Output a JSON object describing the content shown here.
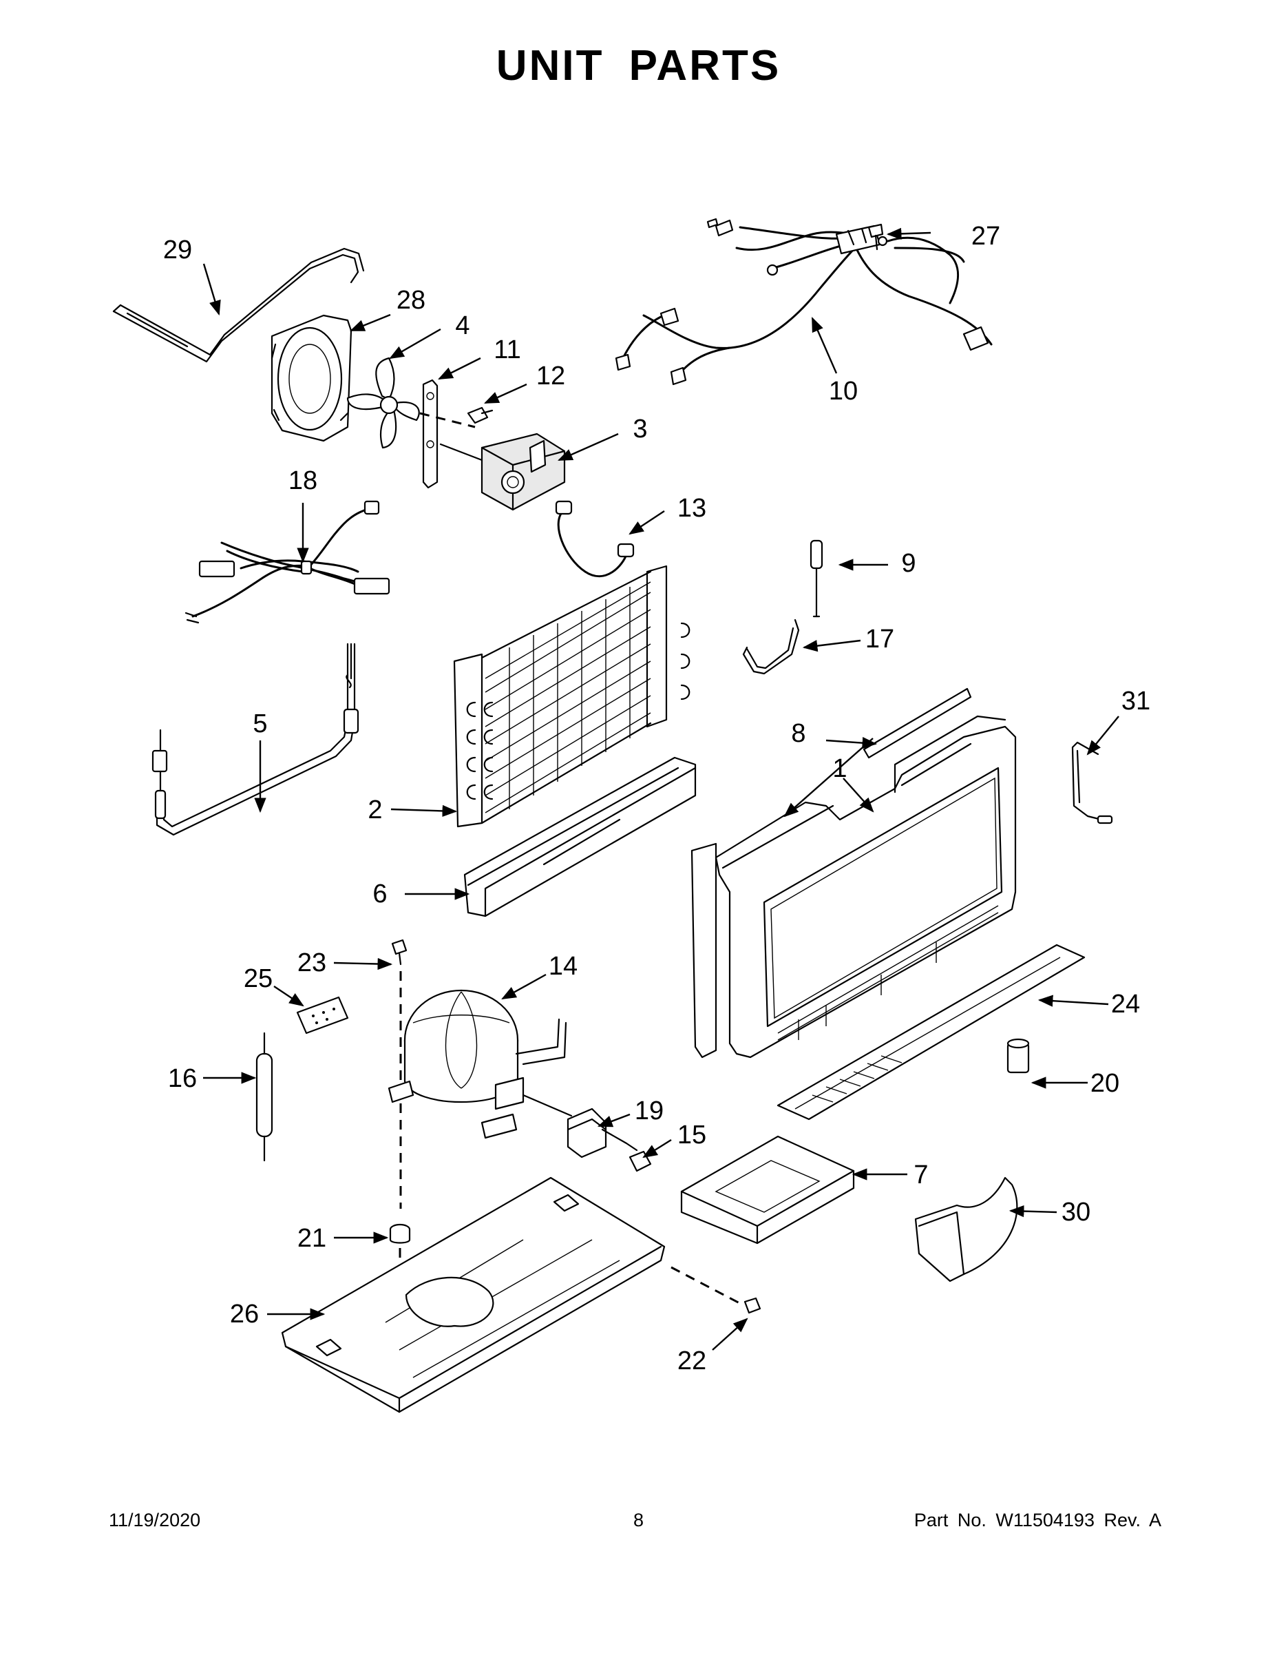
{
  "title": "UNIT  PARTS",
  "callouts": [
    {
      "id": "1",
      "label": "1"
    },
    {
      "id": "2",
      "label": "2"
    },
    {
      "id": "3",
      "label": "3"
    },
    {
      "id": "4",
      "label": "4"
    },
    {
      "id": "5",
      "label": "5"
    },
    {
      "id": "6",
      "label": "6"
    },
    {
      "id": "7",
      "label": "7"
    },
    {
      "id": "8",
      "label": "8"
    },
    {
      "id": "9",
      "label": "9"
    },
    {
      "id": "10",
      "label": "10"
    },
    {
      "id": "11",
      "label": "11"
    },
    {
      "id": "12",
      "label": "12"
    },
    {
      "id": "13",
      "label": "13"
    },
    {
      "id": "14",
      "label": "14"
    },
    {
      "id": "15",
      "label": "15"
    },
    {
      "id": "16",
      "label": "16"
    },
    {
      "id": "17",
      "label": "17"
    },
    {
      "id": "18",
      "label": "18"
    },
    {
      "id": "19",
      "label": "19"
    },
    {
      "id": "20",
      "label": "20"
    },
    {
      "id": "21",
      "label": "21"
    },
    {
      "id": "22",
      "label": "22"
    },
    {
      "id": "23",
      "label": "23"
    },
    {
      "id": "24",
      "label": "24"
    },
    {
      "id": "25",
      "label": "25"
    },
    {
      "id": "26",
      "label": "26"
    },
    {
      "id": "27",
      "label": "27"
    },
    {
      "id": "28",
      "label": "28"
    },
    {
      "id": "29",
      "label": "29"
    },
    {
      "id": "30",
      "label": "30"
    },
    {
      "id": "31",
      "label": "31"
    }
  ],
  "footer": {
    "date": "11/19/2020",
    "page": "8",
    "part": "Part No.  W11504193  Rev.  A"
  }
}
